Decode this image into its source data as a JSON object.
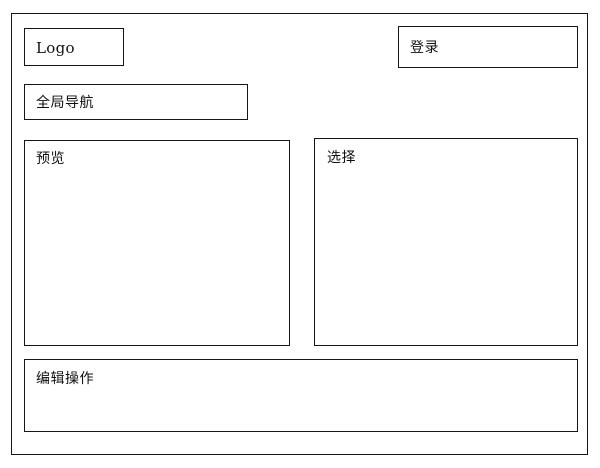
{
  "page": {
    "kind": "wireframe",
    "background_color": "#ffffff",
    "line_color": "#151515",
    "text_color": "#101010"
  },
  "frame": {
    "name": "application-frame"
  },
  "header": {
    "logo": {
      "label": "Logo"
    },
    "login": {
      "label": "登录"
    }
  },
  "nav": {
    "global": {
      "label": "全局导航"
    }
  },
  "main": {
    "preview": {
      "label": "预览"
    },
    "select": {
      "label": "选择"
    }
  },
  "footer": {
    "edit": {
      "label": "编辑操作"
    }
  }
}
